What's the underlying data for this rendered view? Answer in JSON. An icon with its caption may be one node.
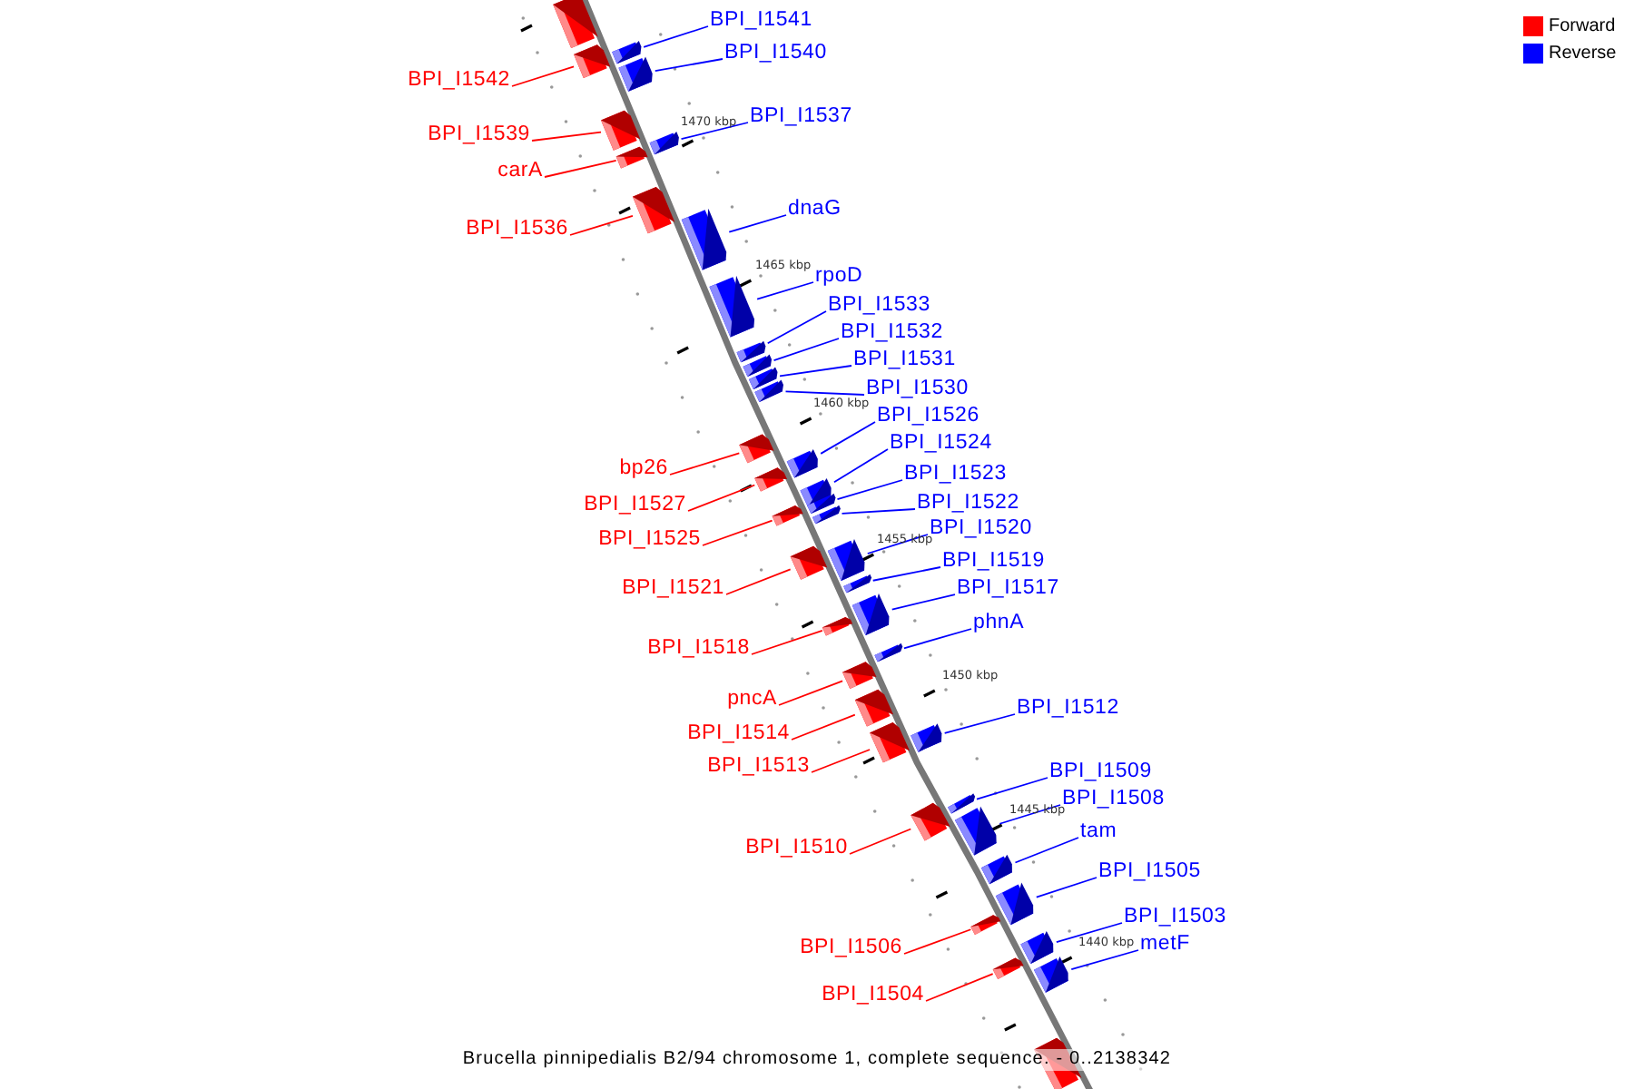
{
  "diagram": {
    "caption": "Brucella pinnipedialis B2/94 chromosome 1, complete sequence. - 0..2138342",
    "nodes": [
      {
        "text": [],
        "shape": "box"
      },
      {
        "text": [
          "BPI_I1541"
        ]
      },
      {
        "text": [],
        "shape": "box"
      },
      {
        "text": [
          "BPI_I1540"
        ]
      },
      {
        "text": [],
        "shape": "box"
      },
      {
        "text": [
          "BPI_I1542"
        ]
      },
      {
        "text": [],
        "shape": "box"
      },
      {
        "text": [
          "BPI_I1537"
        ]
      },
      {
        "text": [],
        "shape": "box"
      },
      {
        "text": [
          "BPI_I1539"
        ]
      },
      {
        "text": [],
        "shape": "box"
      },
      {
        "text": [
          "carA"
        ]
      },
      {
        "text": [],
        "shape": "box"
      },
      {
        "text": [
          "dnaG"
        ]
      },
      {
        "text": [],
        "shape": "box"
      },
      {
        "text": [
          "BPI_I1536"
        ]
      },
      {
        "text": [],
        "shape": "box"
      },
      {
        "text": [
          "rpoD"
        ]
      },
      {
        "text": [],
        "shape": "box"
      },
      {
        "text": [
          "BPI_I1533"
        ]
      },
      {
        "text": [],
        "shape": "box"
      },
      {
        "text": [
          "BPI_I1532"
        ]
      },
      {
        "text": [],
        "shape": "box"
      },
      {
        "text": [
          "BPI_I1531"
        ]
      },
      {
        "text": [],
        "shape": "box"
      },
      {
        "text": [
          "BPI_I1530"
        ]
      },
      {
        "text": [],
        "shape": "box"
      },
      {
        "text": [
          "BPI_I1526"
        ]
      },
      {
        "text": [],
        "shape": "box"
      },
      {
        "text": [
          "BPI_I1524"
        ]
      },
      {
        "text": [],
        "shape": "box"
      },
      {
        "text": [
          "bp26"
        ]
      },
      {
        "text": [],
        "shape": "box"
      },
      {
        "text": [
          "BPI_I1523"
        ]
      },
      {
        "text": [],
        "shape": "box"
      },
      {
        "text": [
          "BPI_I1522"
        ]
      },
      {
        "text": [],
        "shape": "box"
      },
      {
        "text": [
          "BPI_I1527"
        ]
      },
      {
        "text": [],
        "shape": "box"
      },
      {
        "text": [
          "BPI_I1520"
        ]
      },
      {
        "text": [],
        "shape": "box"
      },
      {
        "text": [
          "BPI_I1525"
        ]
      },
      {
        "text": [],
        "shape": "box"
      },
      {
        "text": [
          "BPI_I1519"
        ]
      },
      {
        "text": [],
        "shape": "box"
      },
      {
        "text": [
          "BPI_I1521"
        ]
      },
      {
        "text": [],
        "shape": "box"
      },
      {
        "text": [
          "BPI_I1517"
        ]
      },
      {
        "text": [],
        "shape": "box"
      },
      {
        "text": [
          "phnA"
        ]
      },
      {
        "text": [],
        "shape": "box"
      },
      {
        "text": [
          "BPI_I1518"
        ]
      },
      {
        "text": [],
        "shape": "box"
      },
      {
        "text": [
          "pncA"
        ]
      },
      {
        "text": [],
        "shape": "box"
      },
      {
        "text": [
          "BPI_I1512"
        ]
      },
      {
        "text": [],
        "shape": "box"
      },
      {
        "text": [
          "BPI_I1514"
        ]
      },
      {
        "text": [],
        "shape": "box"
      },
      {
        "text": [
          "BPI_I1513"
        ]
      },
      {
        "text": [],
        "shape": "box"
      },
      {
        "text": [
          "BPI_I1509"
        ]
      },
      {
        "text": [],
        "shape": "box"
      },
      {
        "text": [
          "BPI_I1508"
        ]
      },
      {
        "text": [],
        "shape": "box"
      },
      {
        "text": [
          "tam"
        ]
      },
      {
        "text": [],
        "shape": "box"
      },
      {
        "text": [
          "BPI_I1510"
        ]
      },
      {
        "text": [],
        "shape": "box"
      },
      {
        "text": [
          "BPI_I1505"
        ]
      },
      {
        "text": [],
        "shape": "box"
      },
      {
        "text": [
          "BPI_I1503"
        ]
      },
      {
        "text": [],
        "shape": "box"
      },
      {
        "text": [
          "metF"
        ]
      },
      {
        "text": [],
        "shape": "box"
      },
      {
        "text": [
          "BPI_I1506"
        ]
      },
      {
        "text": [],
        "shape": "box"
      },
      {
        "text": [
          "BPI_I1504"
        ]
      },
      {
        "text": [],
        "shape": "box"
      },
      {
        "text": [],
        "shape": "box"
      }
    ],
    "edges": [
      {
        "from": 1,
        "to": 2,
        "arrow": "none"
      },
      {
        "from": 3,
        "to": 4,
        "arrow": "none"
      },
      {
        "from": 5,
        "to": 6,
        "arrow": "none",
        "color": "#ff0000"
      },
      {
        "from": 7,
        "to": 8,
        "arrow": "none"
      },
      {
        "from": 9,
        "to": 10,
        "arrow": "none",
        "color": "#ff0000"
      },
      {
        "from": 11,
        "to": 12,
        "arrow": "none",
        "color": "#ff0000"
      },
      {
        "from": 13,
        "to": 14,
        "arrow": "none"
      },
      {
        "from": 15,
        "to": 16,
        "arrow": "none",
        "color": "#ff0000"
      },
      {
        "from": 17,
        "to": 18,
        "arrow": "none"
      },
      {
        "from": 19,
        "to": 20,
        "arrow": "none"
      },
      {
        "from": 21,
        "to": 22,
        "arrow": "none"
      },
      {
        "from": 23,
        "to": 24,
        "arrow": "none"
      },
      {
        "from": 25,
        "to": 26,
        "arrow": "none"
      },
      {
        "from": 27,
        "to": 28,
        "arrow": "none"
      },
      {
        "from": 29,
        "to": 30,
        "arrow": "none"
      },
      {
        "from": 31,
        "to": 32,
        "arrow": "none",
        "color": "#ff0000"
      },
      {
        "from": 33,
        "to": 34,
        "arrow": "none"
      },
      {
        "from": 35,
        "to": 36,
        "arrow": "none"
      },
      {
        "from": 37,
        "to": 38,
        "arrow": "none",
        "color": "#ff0000"
      },
      {
        "from": 39,
        "to": 40,
        "arrow": "none"
      },
      {
        "from": 41,
        "to": 42,
        "arrow": "none",
        "color": "#ff0000"
      },
      {
        "from": 43,
        "to": 44,
        "arrow": "none"
      },
      {
        "from": 45,
        "to": 46,
        "arrow": "none",
        "color": "#ff0000"
      },
      {
        "from": 47,
        "to": 48,
        "arrow": "none"
      },
      {
        "from": 49,
        "to": 50,
        "arrow": "none"
      },
      {
        "from": 51,
        "to": 52,
        "arrow": "none",
        "color": "#ff0000"
      },
      {
        "from": 53,
        "to": 54,
        "arrow": "none",
        "color": "#ff0000"
      },
      {
        "from": 55,
        "to": 56,
        "arrow": "none"
      },
      {
        "from": 57,
        "to": 58,
        "arrow": "none",
        "color": "#ff0000"
      },
      {
        "from": 59,
        "to": 60,
        "arrow": "none",
        "color": "#ff0000"
      },
      {
        "from": 61,
        "to": 62,
        "arrow": "none"
      },
      {
        "from": 63,
        "to": 64,
        "arrow": "none"
      },
      {
        "from": 65,
        "to": 66,
        "arrow": "none"
      },
      {
        "from": 67,
        "to": 68,
        "arrow": "none",
        "color": "#ff0000"
      },
      {
        "from": 69,
        "to": 70,
        "arrow": "none"
      },
      {
        "from": 71,
        "to": 72,
        "arrow": "none"
      },
      {
        "from": 73,
        "to": 74,
        "arrow": "none"
      },
      {
        "from": 75,
        "to": 76,
        "arrow": "none",
        "color": "#ff0000"
      },
      {
        "from": 77,
        "to": 78,
        "arrow": "none",
        "color": "#ff0000"
      }
    ],
    "labels": [
      "1470 kbp",
      "1465 kbp",
      "1460 kbp",
      "1455 kbp",
      "1450 kbp",
      "1445 kbp",
      "1440 kbp"
    ],
    "legend": [
      {
        "text": "Forward",
        "color": "#ff0000"
      },
      {
        "text": "Reverse",
        "color": "#0000ff"
      }
    ]
  }
}
